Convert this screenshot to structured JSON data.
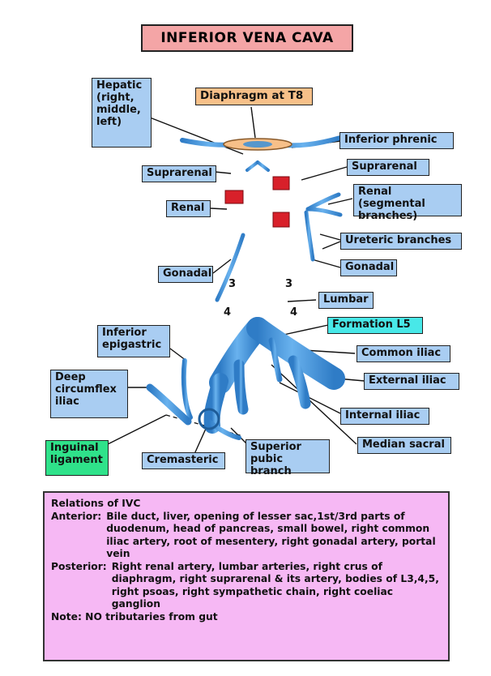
{
  "title": "INFERIOR VENA CAVA",
  "labels": {
    "hepatic": "Hepatic (right, middle, left)",
    "diaphragm": "Diaphragm at T8",
    "inferior_phrenic": "Inferior phrenic",
    "suprarenal_left": "Suprarenal",
    "suprarenal_right": "Suprarenal",
    "renal_left": "Renal",
    "renal_segmental": "Renal (segmental branches)",
    "ureteric": "Ureteric branches",
    "gonadal_left": "Gonadal",
    "gonadal_right": "Gonadal",
    "lumbar": "Lumbar",
    "formation": "Formation L5",
    "inferior_epigastric": "Inferior epigastric",
    "common_iliac": "Common iliac",
    "deep_circumflex": "Deep circumflex iliac",
    "external_iliac": "External iliac",
    "internal_iliac": "Internal iliac",
    "inguinal": "Inguinal ligament",
    "cremasteric": "Cremasteric",
    "superior_pubic": "Superior pubic branch",
    "median_sacral": "Median sacral"
  },
  "numbers": {
    "l3_left": "3",
    "l3_right": "3",
    "l4_left": "4",
    "l4_right": "4"
  },
  "relations": {
    "heading": "Relations of IVC",
    "anterior_tag": "Anterior:",
    "anterior_text": "Bile duct, liver, opening of lesser sac,1st/3rd parts of duodenum, head of pancreas, small bowel, right common iliac artery, root of mesentery, right gonadal artery, portal vein",
    "posterior_tag": "Posterior:",
    "posterior_text": "Right renal artery, lumbar arteries, right crus of diaphragm, right suprarenal & its artery, bodies of L3,4,5, right psoas, right sympathetic chain, right coeliac ganglion",
    "note": "Note: NO tributaries from gut"
  },
  "colors": {
    "vein": "#3a8fd8",
    "label_blue": "#a9cdf2",
    "title_pink": "#f4a5a6",
    "diaphragm_orange": "#f7c089",
    "formation_cyan": "#48e8e8",
    "inguinal_green": "#2fe28a",
    "relations_pink": "#f6b8f4",
    "artery_red": "#d8202a"
  }
}
